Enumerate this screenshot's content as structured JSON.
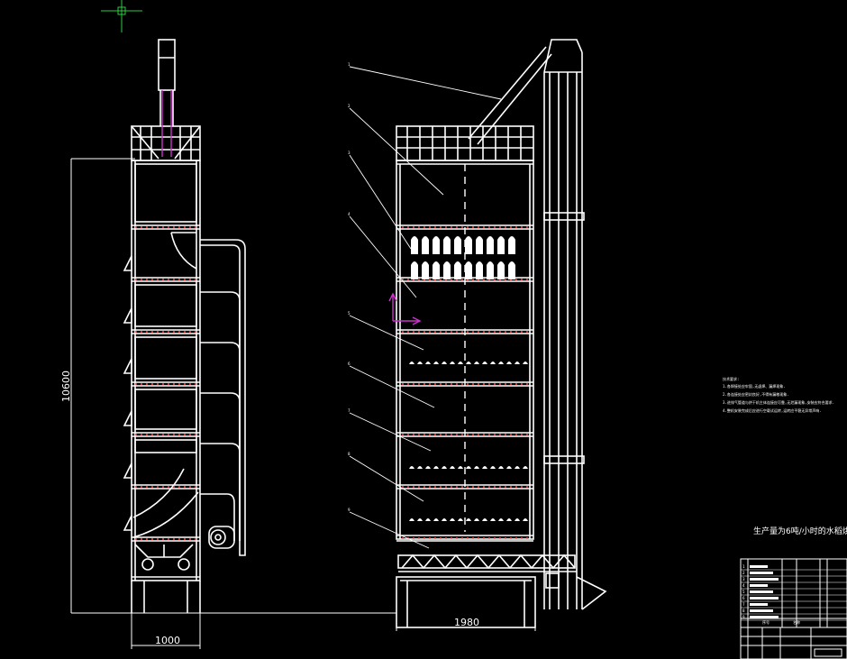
{
  "drawing": {
    "title_text": "生产量为6吨/小时的水稻烘",
    "dimensions": {
      "height": "10600",
      "width_side": "1000",
      "width_front": "1980"
    },
    "tech_notes": [
      "技术要求:",
      "1.各焊接处应牢固,无虚焊、漏焊现象.",
      "2.各连接处应密封良好,不得有漏粮现象.",
      "3.进排气管道与烘干机主体连接应可靠,无泄漏现象,安装应符合要求.",
      "4.整机安装完成后应进行空载试运转,运转应平稳无异常声响."
    ],
    "leader_numbers": [
      "1",
      "2",
      "3",
      "4",
      "5",
      "6",
      "7",
      "8",
      "9"
    ],
    "title_block": {
      "row_labels": [
        "1",
        "2",
        "3",
        "4",
        "5",
        "6",
        "7",
        "8",
        "9"
      ],
      "footer_labels": [
        "序号",
        "名称"
      ]
    },
    "colors": {
      "background": "#000000",
      "lines": "#ffffff",
      "section_marks": "#ff4a4a",
      "cursor": "#2ecc40",
      "ucs_axis": "#cc33cc"
    },
    "icons": [
      "crosshair-cursor-icon",
      "ucs-axis-icon"
    ]
  }
}
